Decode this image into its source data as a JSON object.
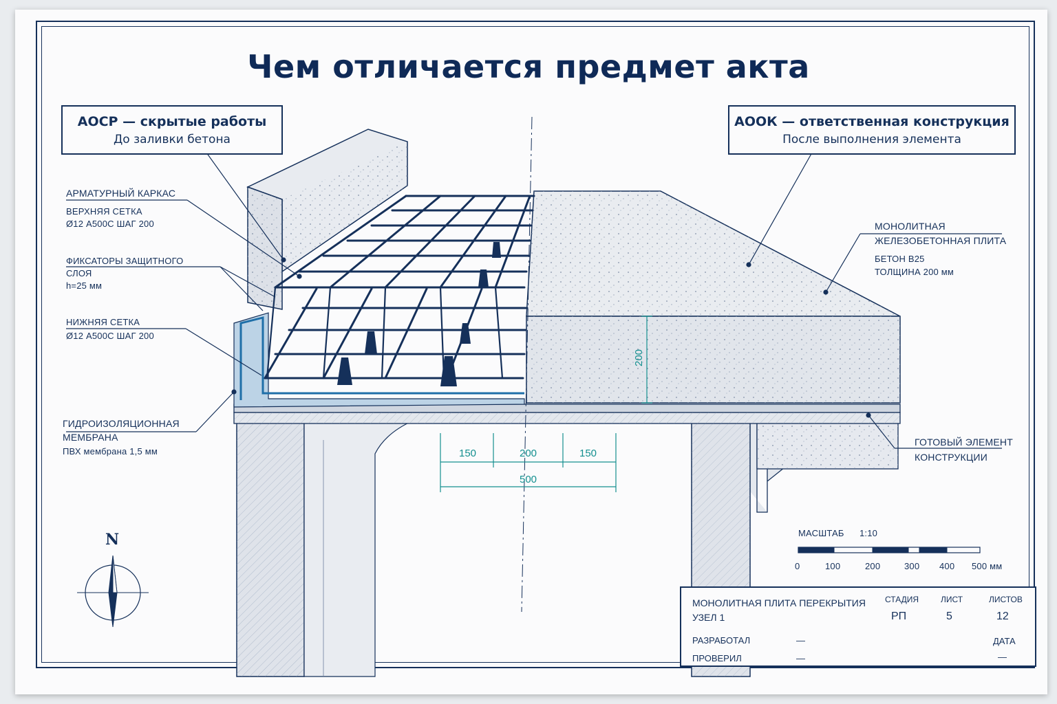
{
  "title": "Чем отличается предмет акта",
  "left_box": {
    "heading": "АОСР — скрытые работы",
    "sub": "До заливки бетона"
  },
  "right_box": {
    "heading": "АООК — ответственная конструкция",
    "sub": "После выполнения элемента"
  },
  "labels": {
    "frame_title": "АРМАТУРНЫЙ КАРКАС",
    "top_mesh": "ВЕРХНЯЯ СЕТКА",
    "top_mesh_spec": "Ø12 А500С  ШАГ 200",
    "spacers_1": "ФИКСАТОРЫ ЗАЩИТНОГО",
    "spacers_2": "СЛОЯ",
    "spacers_3": "h=25 мм",
    "bottom_mesh": "НИЖНЯЯ СЕТКА",
    "bottom_mesh_spec": "Ø12 А500С  ШАГ 200",
    "membrane_1": "ГИДРОИЗОЛЯЦИОННАЯ",
    "membrane_2": "МЕМБРАНА",
    "membrane_3": "ПВХ мембрана 1,5 мм",
    "slab_1": "МОНОЛИТНАЯ",
    "slab_2": "ЖЕЛЕЗОБЕТОННАЯ ПЛИТА",
    "slab_3": "БЕТОН В25",
    "slab_4": "ТОЛЩИНА 200 мм",
    "finished_1": "ГОТОВЫЙ ЭЛЕМЕНТ",
    "finished_2": "КОНСТРУКЦИИ"
  },
  "dimensions": {
    "thickness": "200",
    "d1": "150",
    "d2": "200",
    "d3": "150",
    "total": "500"
  },
  "compass": {
    "north": "N"
  },
  "scale": {
    "label": "МАСШТАБ",
    "ratio": "1:10",
    "ticks": [
      "0",
      "100",
      "200",
      "300",
      "400",
      "500 мм"
    ]
  },
  "title_block": {
    "name_1": "МОНОЛИТНАЯ ПЛИТА ПЕРЕКРЫТИЯ",
    "name_2": "УЗЕЛ 1",
    "stage_h": "СТАДИЯ",
    "stage": "РП",
    "sheet_h": "ЛИСТ",
    "sheet": "5",
    "sheets_h": "ЛИСТОВ",
    "sheets": "12",
    "dev": "РАЗРАБОТАЛ",
    "dev_val": "—",
    "chk": "ПРОВЕРИЛ",
    "chk_val": "—",
    "date_h": "ДАТА",
    "date_val": "—"
  },
  "colors": {
    "ink": "#15305a",
    "dim": "#138f8f",
    "paper": "#fbfbfc",
    "membrane": "#1f6fa8"
  }
}
